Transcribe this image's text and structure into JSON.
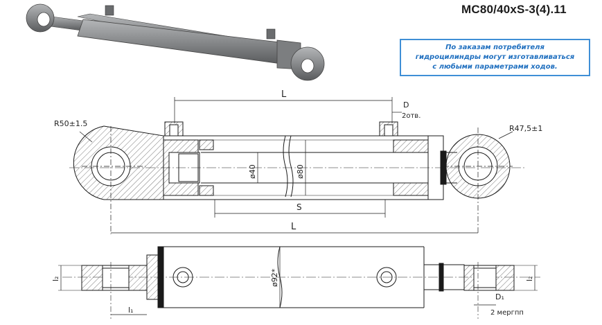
{
  "title": "MC80/40xS-3(4).11",
  "notice": {
    "lines": [
      "По заказам потребителя",
      "гидроцилиндры могут изготавливаться",
      "с любыми параметрами ходов."
    ]
  },
  "labels": {
    "r_left": "R50±1.5",
    "r_right": "R47,5±1",
    "l_top": "L",
    "d_top": "D",
    "d_count": "2отв.",
    "rod_dia": "ø40",
    "bore_dia": "ø80",
    "stroke": "S",
    "length": "L",
    "l2_left": "l₂",
    "l1": "l₁",
    "body_dia": "ø92*",
    "d1": "D₁",
    "d1_count": "2 мергпп",
    "l2_right": "l₂"
  },
  "colors": {
    "cylinder": "#8a8c8e",
    "cylinder_dark": "#5c5e60",
    "line": "#1a1a1a",
    "notice_border": "#3f8fd6",
    "notice_text": "#1f6fbf"
  }
}
